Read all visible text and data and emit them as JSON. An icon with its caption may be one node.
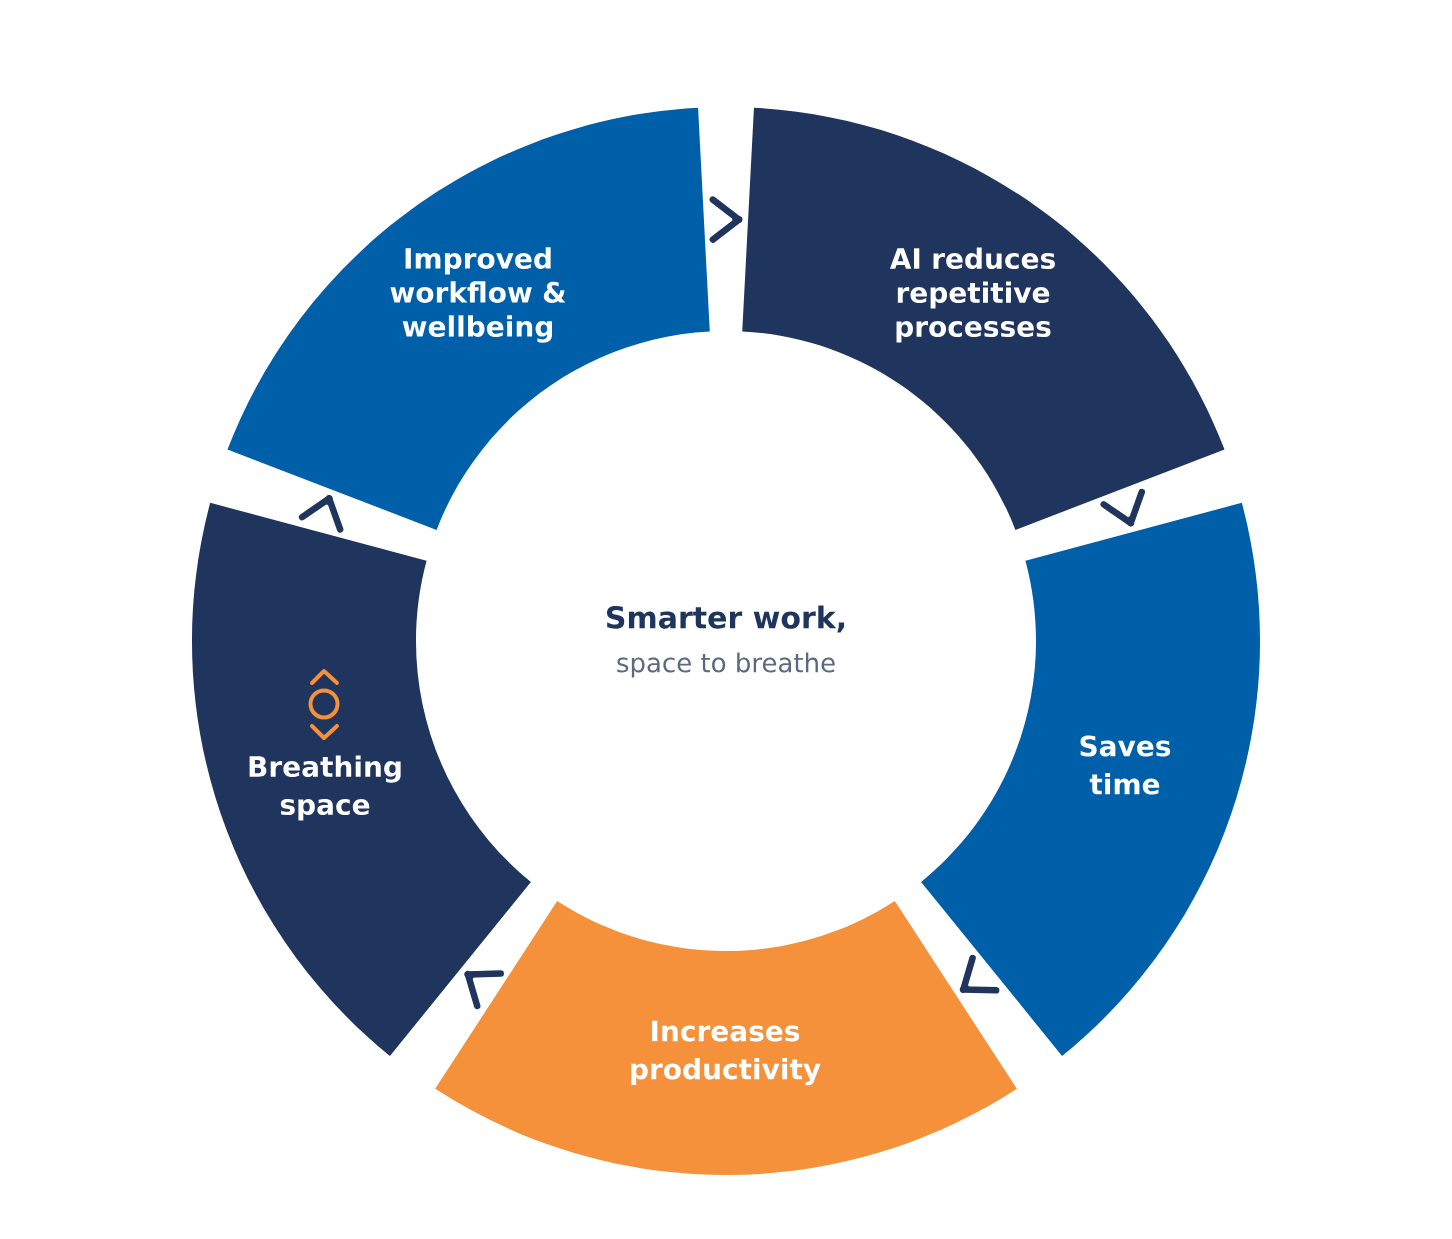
{
  "diagram": {
    "nodes": [
      {
        "text": [
          "Improved workflow & wellbeing"
        ]
      },
      {
        "text": [
          "AI reduces repetitive processes"
        ]
      },
      {
        "text": [
          "Saves time"
        ]
      },
      {
        "text": [
          "Increases productivity"
        ]
      },
      {
        "text": [
          "Breathing space"
        ]
      }
    ],
    "edges": [
      {
        "from": 0,
        "to": 1,
        "arrow": "to"
      },
      {
        "from": 1,
        "to": 2,
        "arrow": "to"
      },
      {
        "from": 2,
        "to": 3,
        "arrow": "to"
      },
      {
        "from": 3,
        "to": 4,
        "arrow": "to"
      },
      {
        "from": 4,
        "to": 0,
        "arrow": "to"
      }
    ],
    "labels": [
      "Smarter work,",
      "space to breathe"
    ]
  }
}
